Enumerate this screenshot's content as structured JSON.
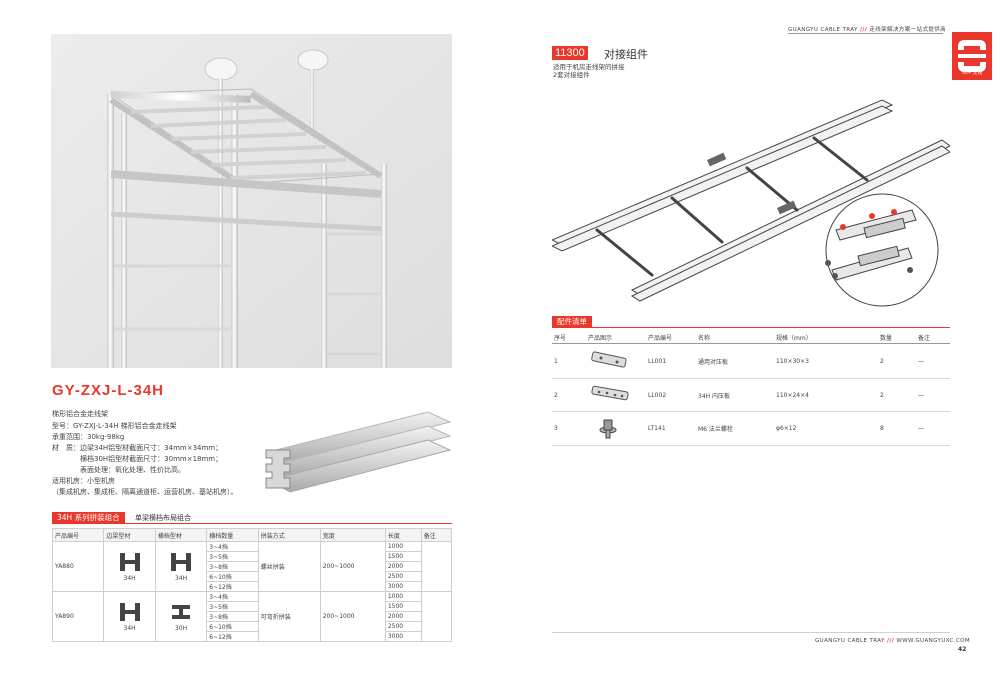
{
  "left_page": {
    "product_code": "GY-ZXJ-L-34H",
    "description": "梯形铝合金走线架",
    "specs": [
      "型号：GY-ZXJ-L-34H 梯形铝合金走线架",
      "承重范围：30kg-98kg",
      "材　质：边梁34H铝型材截面尺寸：34mm×34mm；",
      "　　　　横档30H铝型材截面尺寸：30mm×18mm；",
      "　　　　表面处理：氧化处理、性价比高。",
      "适用机房：小型机房",
      "（集成机房、集成柜、隔离通道柜、运营机房、基站机房）。"
    ],
    "band_label": "34H 系列拼装组合",
    "band_note": "单梁横档布局组合",
    "table": {
      "headers": [
        "产品编号",
        "边梁型材",
        "横档型材",
        "横档数量",
        "拼装方式",
        "宽度",
        "长度",
        "备注"
      ],
      "groups": [
        {
          "code": "YA880",
          "side_profile": "34H",
          "rung_profile": "34H",
          "rung_counts": [
            "3~4挡",
            "3~5挡",
            "3~8挡",
            "6~10挡",
            "6~12挡"
          ],
          "assembly": "螺丝拼装",
          "width": "200~1000",
          "lengths": [
            "1000",
            "1500",
            "2000",
            "2500",
            "3000"
          ]
        },
        {
          "code": "YA890",
          "side_profile": "34H",
          "rung_profile": "30H",
          "rung_counts": [
            "3~4挡",
            "3~5挡",
            "3~8挡",
            "6~10挡",
            "6~12挡"
          ],
          "assembly": "可弯折拼装",
          "width": "200~1000",
          "lengths": [
            "1000",
            "1500",
            "2000",
            "2500",
            "3000"
          ]
        }
      ]
    }
  },
  "right_page": {
    "header_brand": "GUANGYU CABLE TRAY",
    "header_slogan": "走线架解决方案一站式提供商",
    "logo_text": "3d+ 走线",
    "assembly_code": "11300",
    "assembly_title": "对接组件",
    "assembly_desc": [
      "适用于机房走线架的拼接",
      "2套对接组件"
    ],
    "band_label": "配件清单",
    "table": {
      "headers": [
        "序号",
        "产品图示",
        "产品编号",
        "名称",
        "规格（mm）",
        "数量",
        "备注"
      ],
      "rows": [
        {
          "no": "1",
          "code": "LL001",
          "name": "通用对压板",
          "spec": "110×30×3",
          "qty": "2",
          "note": "—"
        },
        {
          "no": "2",
          "code": "LL002",
          "name": "34H 内压板",
          "spec": "110×24×4",
          "qty": "2",
          "note": "—"
        },
        {
          "no": "3",
          "code": "LT141",
          "name": "M6 法兰螺栓",
          "spec": "φ6×12",
          "qty": "8",
          "note": "—"
        }
      ]
    },
    "footer_brand": "GUANGYU CABLE TRAY",
    "footer_url": "WWW.GUANGYUXC.COM",
    "page_number": "42"
  },
  "colors": {
    "accent": "#e8382b",
    "photo_bg": "#e8e8e8"
  }
}
